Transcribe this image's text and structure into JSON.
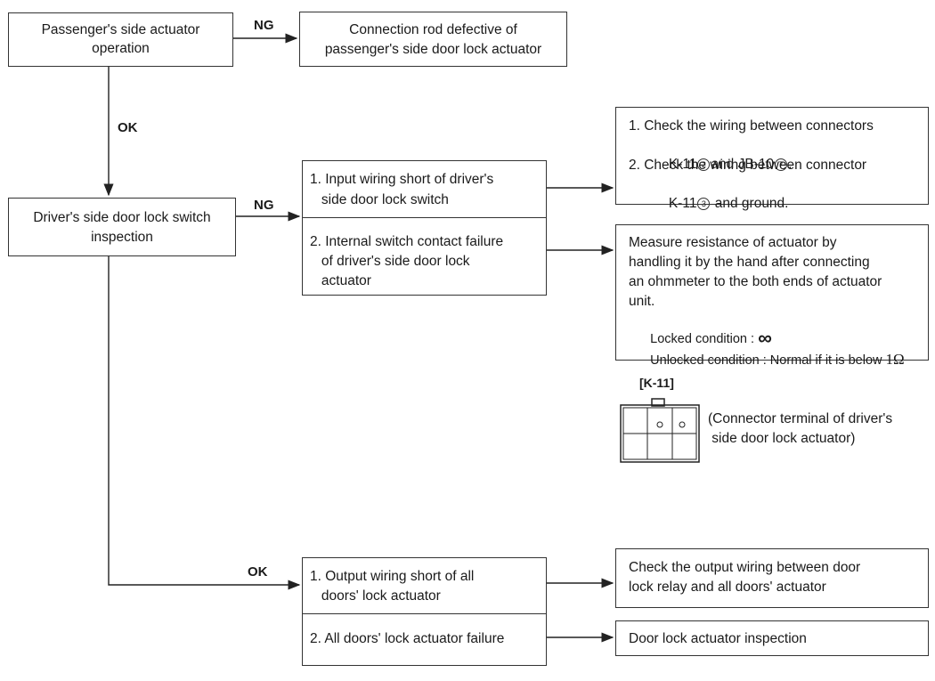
{
  "labels": {
    "ng1": "NG",
    "ok1": "OK",
    "ng2": "NG",
    "ok2": "OK"
  },
  "boxes": {
    "passenger_op": [
      "Passenger's side actuator",
      "operation"
    ],
    "connection_rod": [
      "Connection rod defective of",
      "passenger's side door lock actuator"
    ],
    "driver_switch": [
      "Driver's side door lock switch",
      "inspection"
    ],
    "input_short": [
      "1. Input wiring short of driver's",
      "   side door lock switch"
    ],
    "internal_failure": [
      "2. Internal switch contact failure",
      "   of driver's side door lock",
      "   actuator"
    ],
    "check_wiring": {
      "line1": "1. Check the wiring between connectors",
      "line2_a": "K-11",
      "line2_c1": "2",
      "line2_b": "and JB-10",
      "line2_c2": "7",
      "line2_end": ".",
      "line3": "2. Check the wiring between connector",
      "line4_a": "K-11",
      "line4_c1": "3",
      "line4_b": " and ground."
    },
    "measure": [
      "Measure resistance of actuator by",
      "handling it by the hand after connecting",
      "an ohmmeter to the both ends of actuator",
      "unit."
    ],
    "locked": "Locked condition : ",
    "locked_val": "∞",
    "unlocked": "Unlocked condition : Normal if it is below ",
    "unlocked_val": "1Ω",
    "output_short": [
      "1. Output wiring short of all",
      "   doors' lock actuator"
    ],
    "all_doors_failure": "2. All doors' lock actuator failure",
    "check_output": [
      "Check the output wiring between door",
      "lock relay and all doors' actuator"
    ],
    "door_lock_inspection": "Door lock actuator inspection"
  },
  "connector": {
    "label": "[K-11]",
    "caption": [
      "(Connector terminal of driver's",
      " side door lock actuator)"
    ]
  }
}
